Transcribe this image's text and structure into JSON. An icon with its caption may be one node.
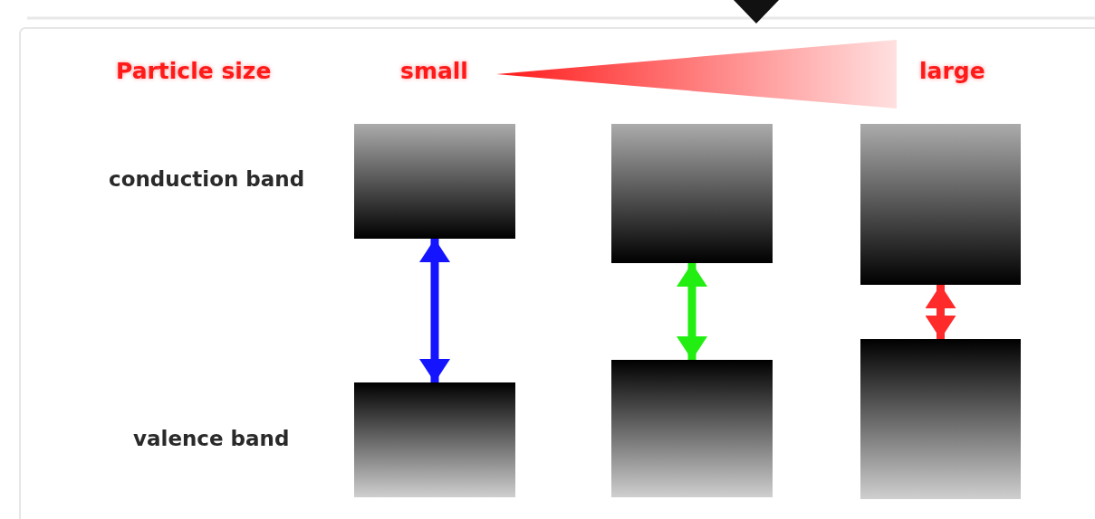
{
  "diagram": {
    "nodes": [
      {
        "text": [],
        "shape": "box"
      },
      {
        "text": [],
        "shape": "box"
      },
      {
        "text": [],
        "shape": "box"
      },
      {
        "text": [],
        "shape": "box"
      },
      {
        "text": [],
        "shape": "box"
      },
      {
        "text": [],
        "shape": "box"
      },
      {
        "text": [],
        "shape": "wedge"
      }
    ],
    "edges": [
      {
        "from": 0,
        "to": 3,
        "arrow": "both",
        "color": "#1414ff"
      },
      {
        "from": 1,
        "to": 4,
        "arrow": "both",
        "color": "#22ee11"
      },
      {
        "from": 2,
        "to": 5,
        "arrow": "both",
        "color": "#ff2a2a"
      }
    ],
    "labels": [
      "Particle size",
      "small",
      "large",
      "conduction band",
      "valence band"
    ]
  }
}
